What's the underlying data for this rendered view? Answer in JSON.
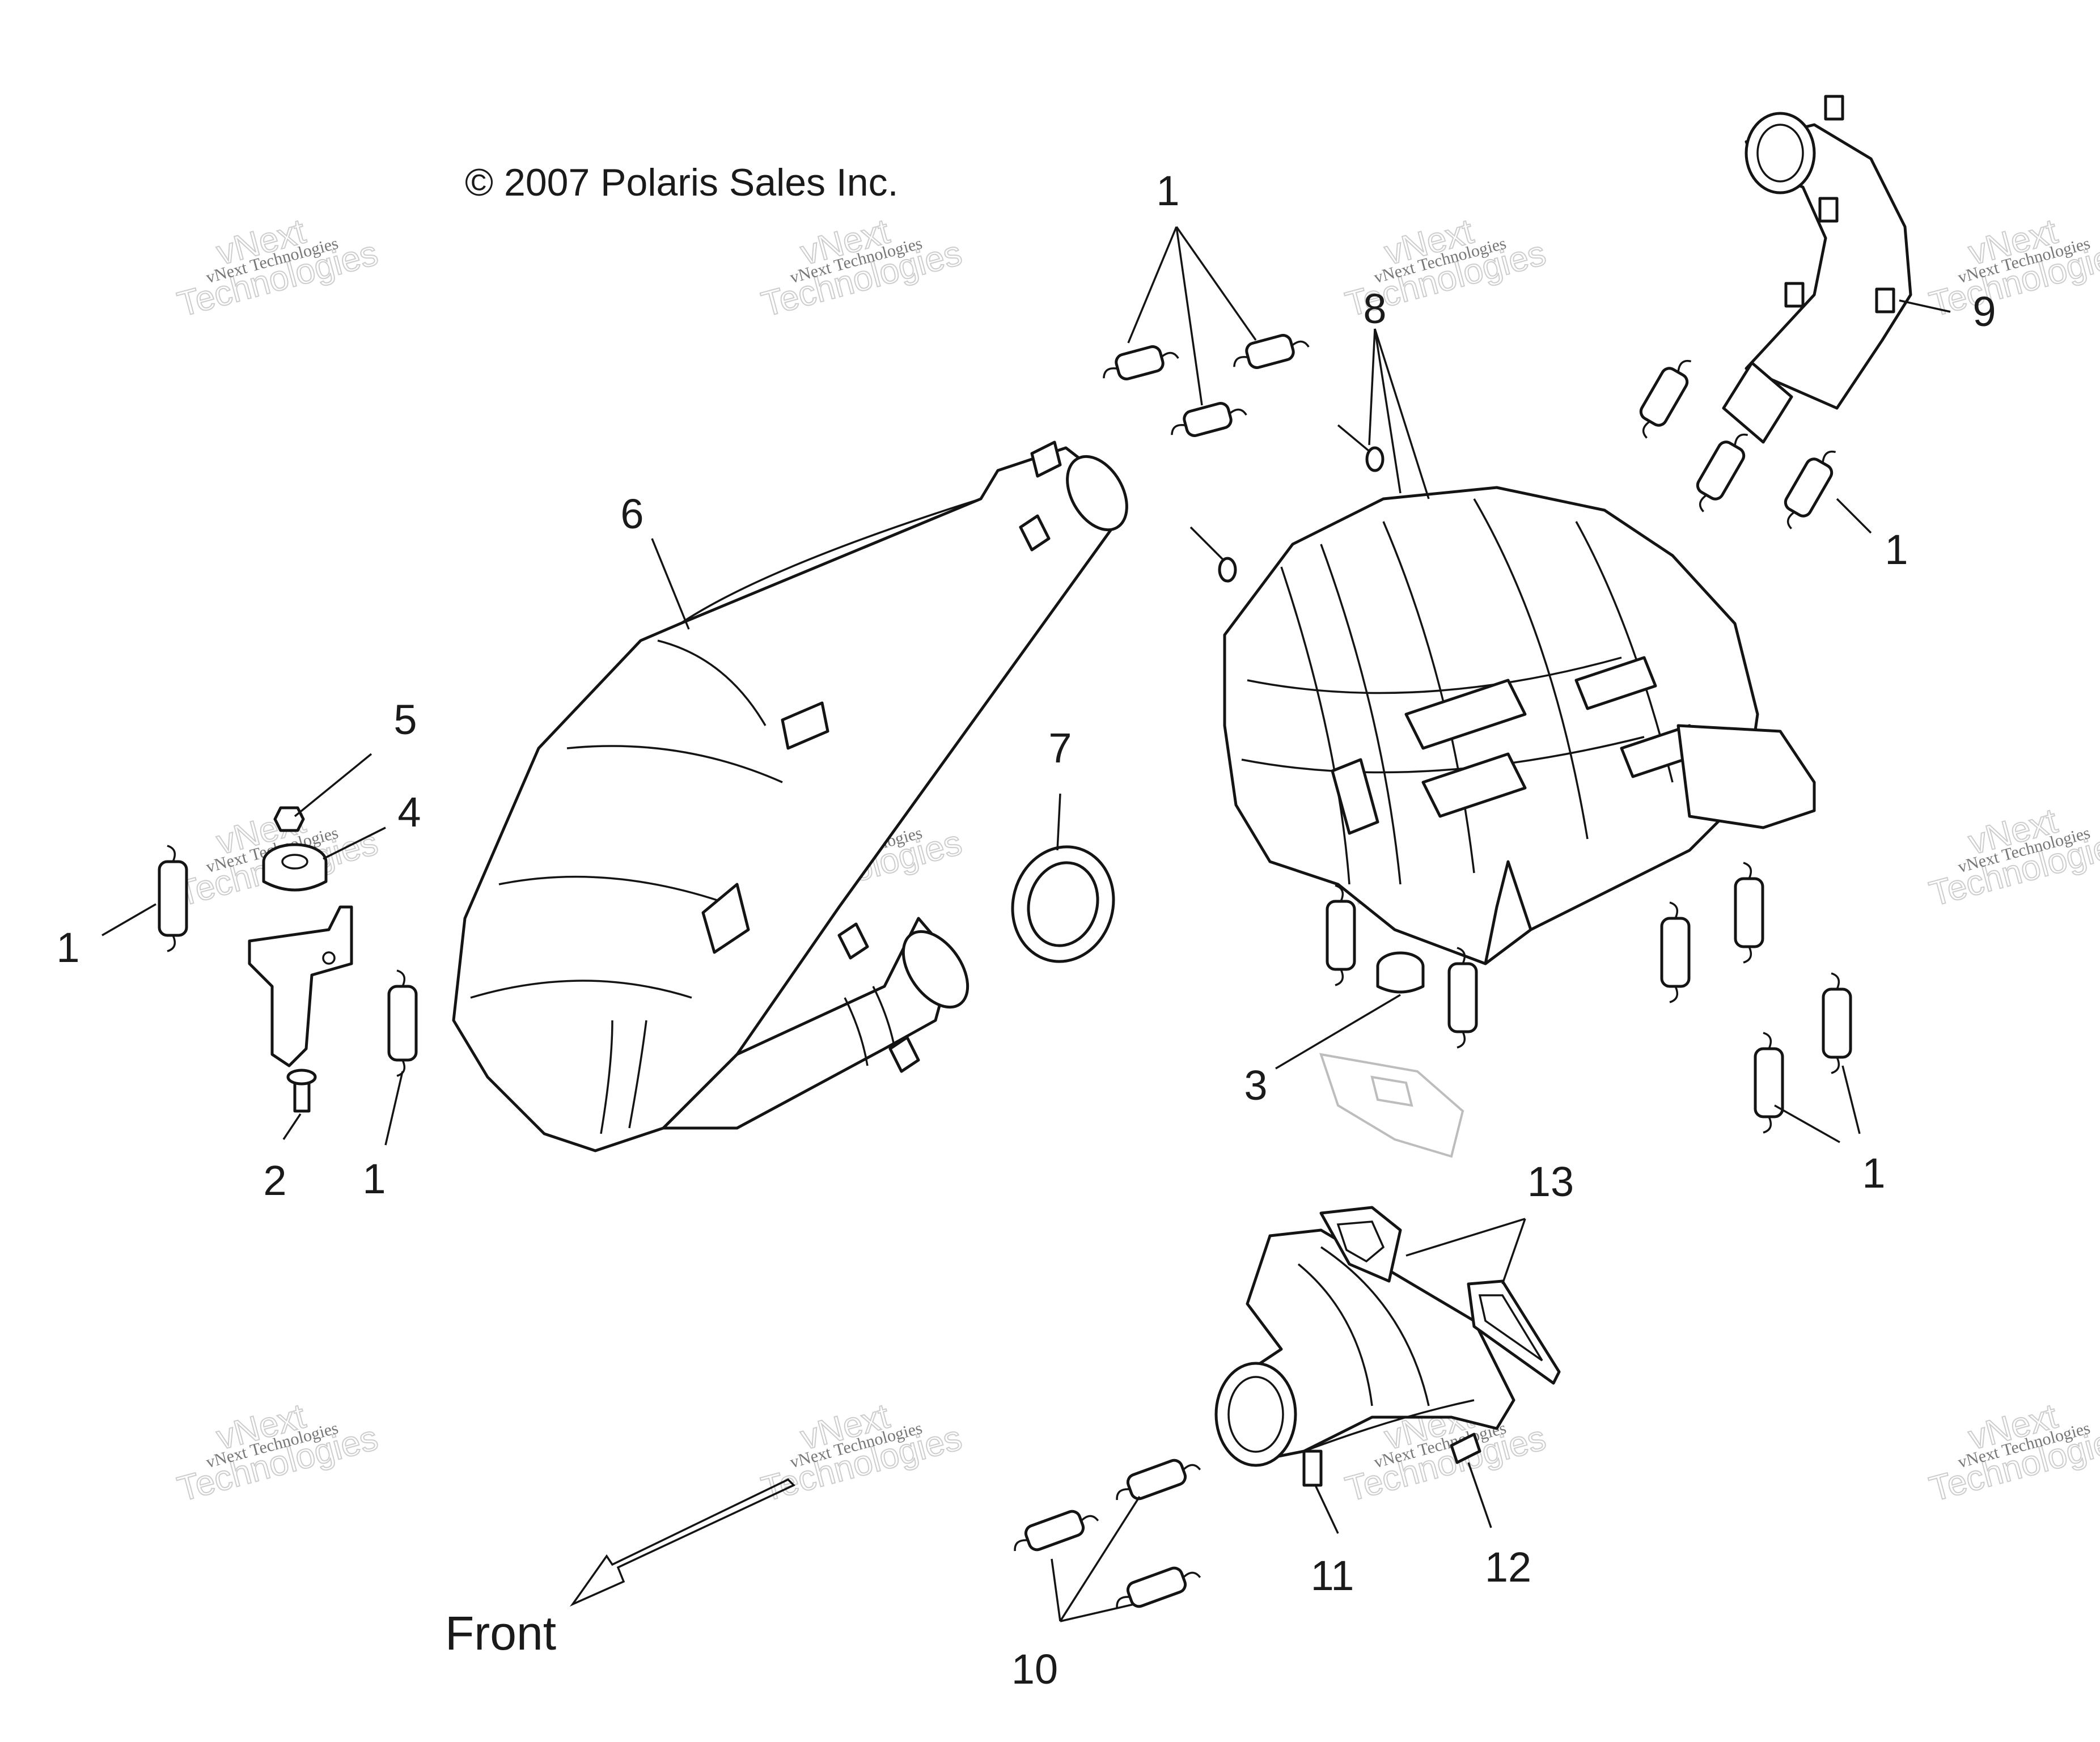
{
  "copyright": "© 2007 Polaris Sales Inc.",
  "front_label": "Front",
  "watermark": {
    "line1": "vNext Technologies",
    "line2": "vNext",
    "line3": "Technologies"
  },
  "callouts": [
    {
      "id": "c1-top",
      "label": "1"
    },
    {
      "id": "c8",
      "label": "8"
    },
    {
      "id": "c9",
      "label": "9"
    },
    {
      "id": "c1-right-upper",
      "label": "1"
    },
    {
      "id": "c6",
      "label": "6"
    },
    {
      "id": "c5",
      "label": "5"
    },
    {
      "id": "c4",
      "label": "4"
    },
    {
      "id": "c7",
      "label": "7"
    },
    {
      "id": "c1-left",
      "label": "1"
    },
    {
      "id": "c2",
      "label": "2"
    },
    {
      "id": "c1-left-lower",
      "label": "1"
    },
    {
      "id": "c3",
      "label": "3"
    },
    {
      "id": "c1-right-lower",
      "label": "1"
    },
    {
      "id": "c13",
      "label": "13"
    },
    {
      "id": "c11",
      "label": "11"
    },
    {
      "id": "c12",
      "label": "12"
    },
    {
      "id": "c10",
      "label": "10"
    }
  ]
}
